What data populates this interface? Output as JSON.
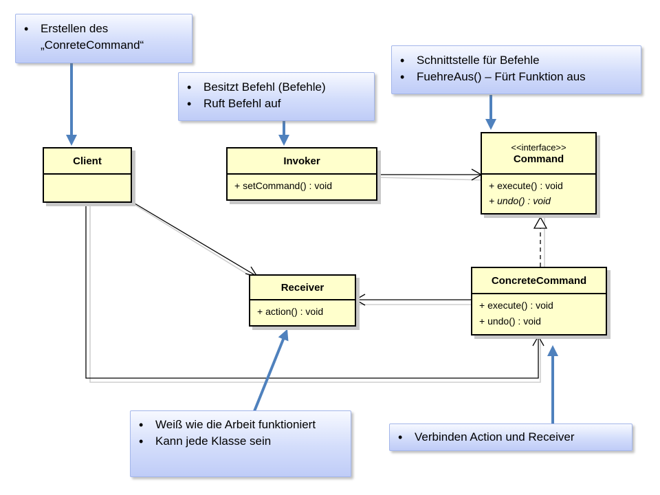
{
  "classes": {
    "client": {
      "name": "Client"
    },
    "invoker": {
      "name": "Invoker",
      "ops": [
        "+ setCommand() : void"
      ]
    },
    "command": {
      "stereotype": "<<interface>>",
      "name": "Command",
      "ops": [
        "+ execute() : void",
        "+ undo() : void"
      ]
    },
    "receiver": {
      "name": "Receiver",
      "ops": [
        "+ action() : void"
      ]
    },
    "concrete": {
      "name": "ConcreteCommand",
      "ops": [
        "+ execute() : void",
        "+ undo() : void"
      ]
    }
  },
  "notes": {
    "client": [
      "Erstellen des „ConreteCommand“"
    ],
    "invoker": [
      "Besitzt Befehl (Befehle)",
      "Ruft Befehl auf"
    ],
    "command": [
      "Schnittstelle für Befehle",
      "FuehreAus() – Fürt Funktion aus"
    ],
    "receiver": [
      "Weiß wie die Arbeit funktioniert",
      "Kann jede Klasse sein"
    ],
    "concrete": [
      "Verbinden Action und Receiver"
    ]
  },
  "colors": {
    "note_arrow": "#4f81bd",
    "class_fill": "#ffffcc"
  }
}
